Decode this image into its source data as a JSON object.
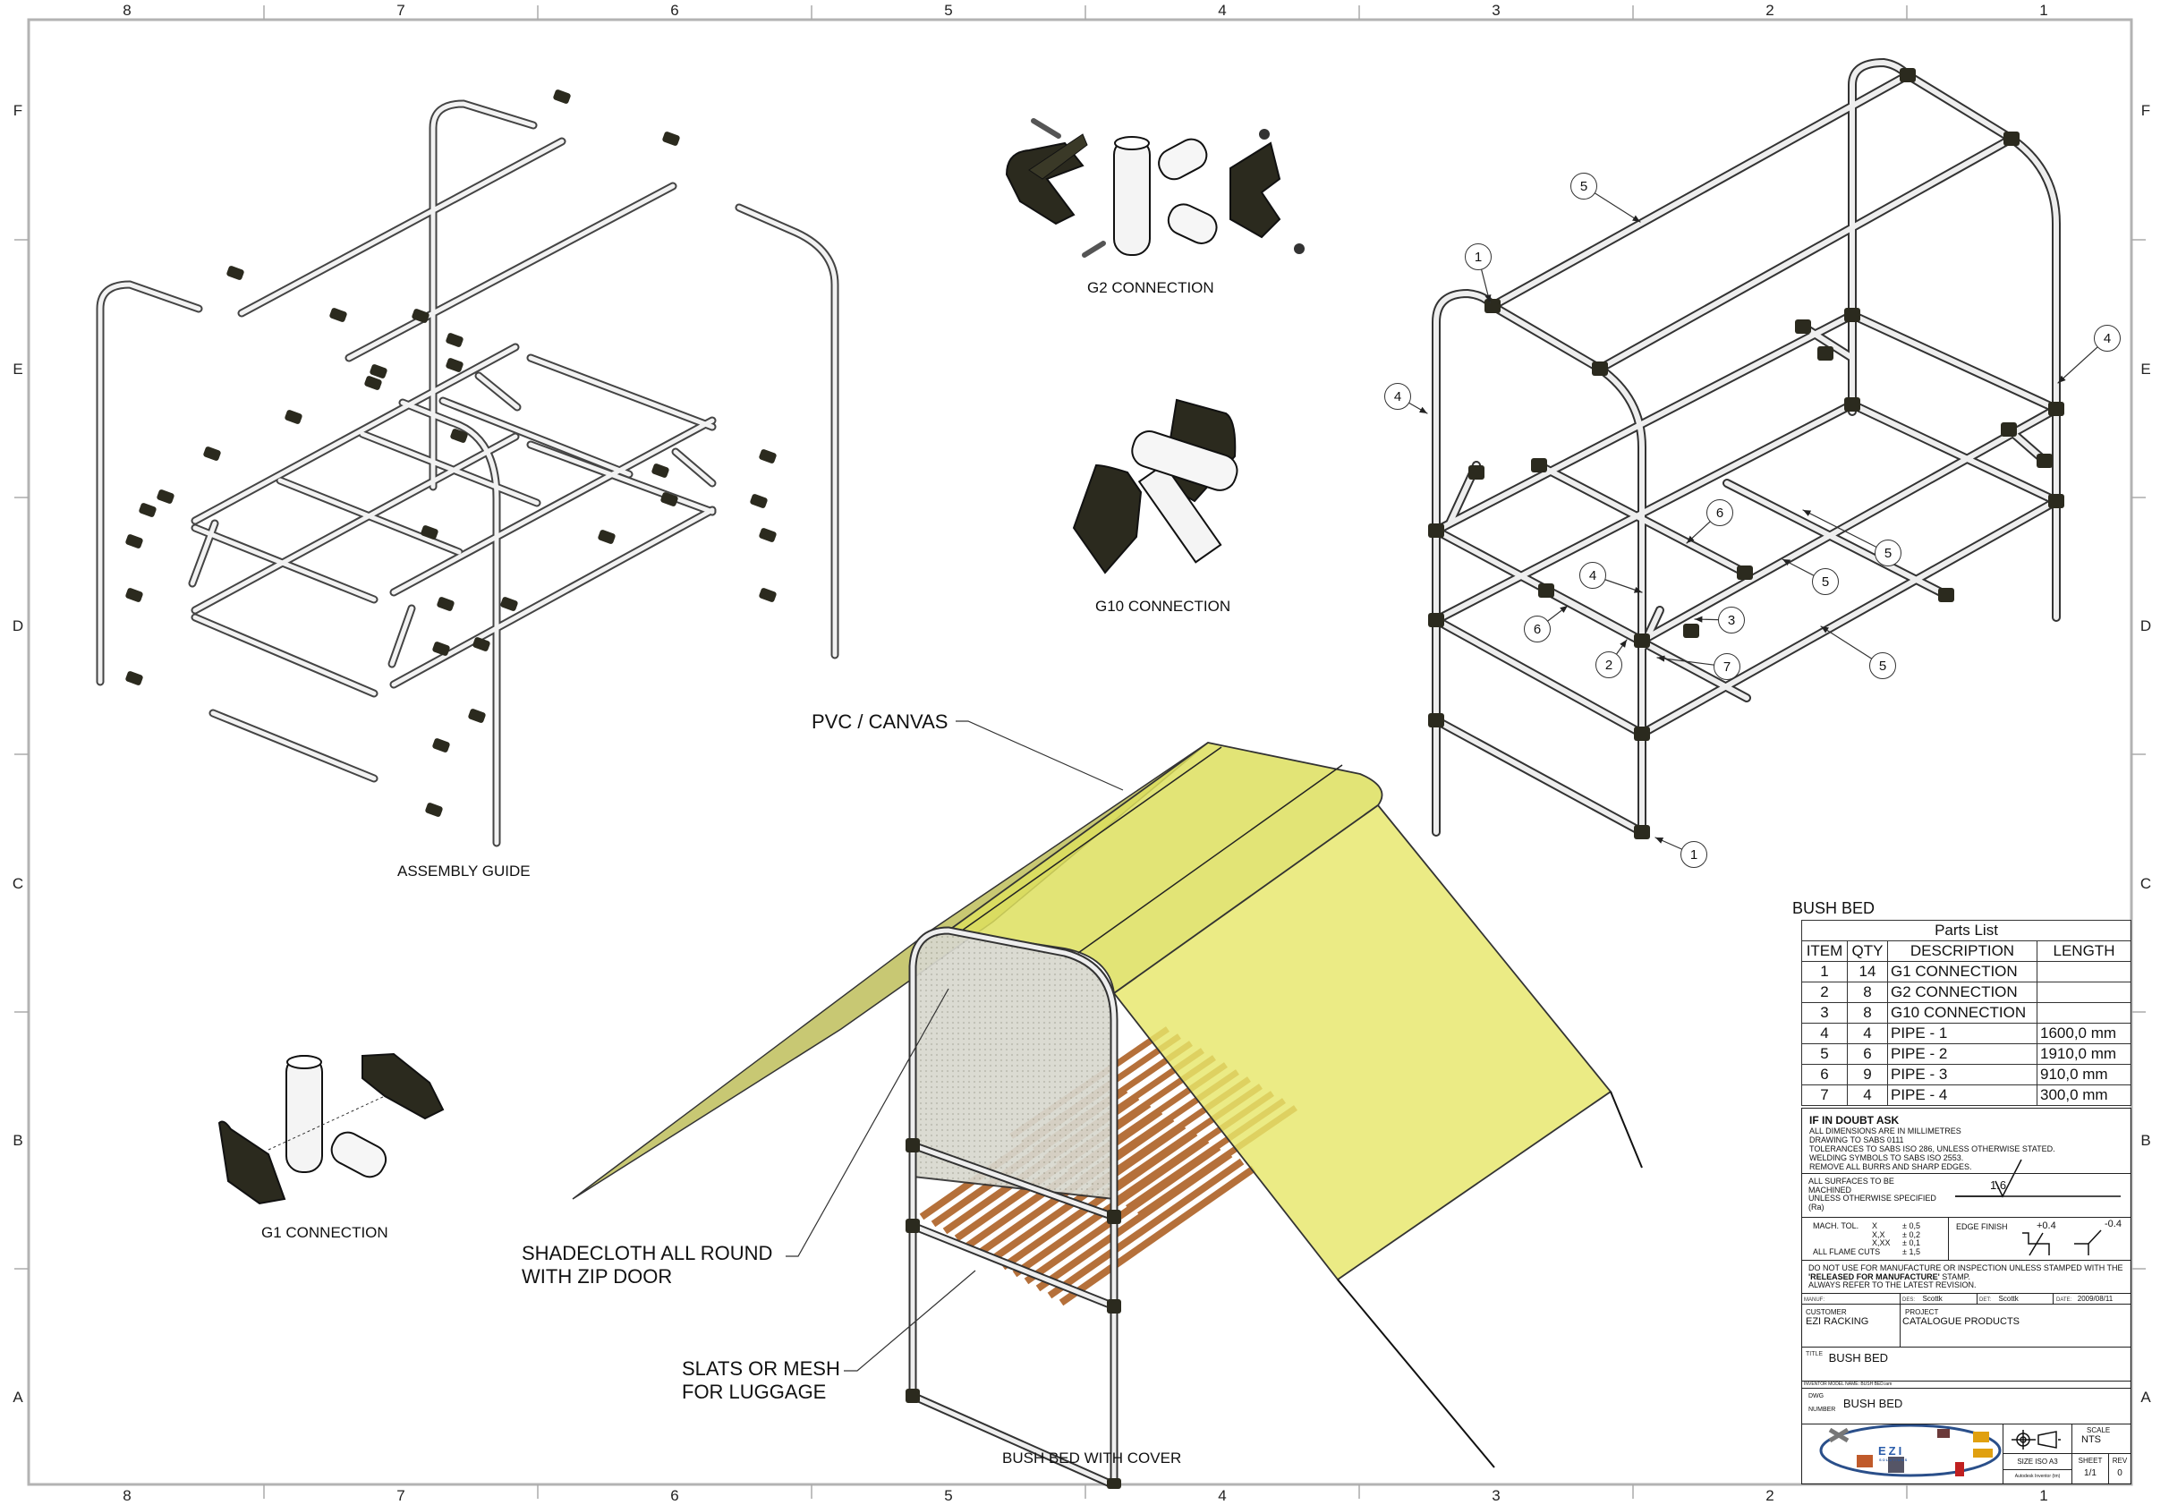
{
  "sheet": {
    "columns": [
      "8",
      "7",
      "6",
      "5",
      "4",
      "3",
      "2",
      "1"
    ],
    "rows": [
      "F",
      "E",
      "D",
      "C",
      "B",
      "A"
    ]
  },
  "views": {
    "assembly_guide": "ASSEMBLY GUIDE",
    "g2": "G2 CONNECTION",
    "g10": "G10 CONNECTION",
    "g1": "G1 CONNECTION",
    "bush_bed_with_cover": "BUSH BED WITH COVER"
  },
  "annotations": {
    "pvc_canvas": "PVC / CANVAS",
    "shadecloth_line1": "SHADECLOTH ALL ROUND",
    "shadecloth_line2": "WITH ZIP DOOR",
    "slats_line1": "SLATS OR MESH",
    "slats_line2": "FOR LUGGAGE"
  },
  "colors": {
    "canvas_yellow": "#e6e66a",
    "connector": "#2b2a1e",
    "slat_wood": "#b5703a",
    "border": "#b0b0b0"
  },
  "balloons": [
    {
      "n": "5"
    },
    {
      "n": "1"
    },
    {
      "n": "4"
    },
    {
      "n": "4"
    },
    {
      "n": "6"
    },
    {
      "n": "5"
    },
    {
      "n": "4"
    },
    {
      "n": "5"
    },
    {
      "n": "6"
    },
    {
      "n": "3"
    },
    {
      "n": "2"
    },
    {
      "n": "7"
    },
    {
      "n": "5"
    },
    {
      "n": "1"
    }
  ],
  "parts_list": {
    "assembly_name": "BUSH BED",
    "caption": "Parts List",
    "headers": [
      "ITEM",
      "QTY",
      "DESCRIPTION",
      "LENGTH"
    ],
    "rows": [
      {
        "item": "1",
        "qty": "14",
        "description": "G1 CONNECTION",
        "length": ""
      },
      {
        "item": "2",
        "qty": "8",
        "description": "G2 CONNECTION",
        "length": ""
      },
      {
        "item": "3",
        "qty": "8",
        "description": "G10 CONNECTION",
        "length": ""
      },
      {
        "item": "4",
        "qty": "4",
        "description": "PIPE - 1",
        "length": "1600,0 mm"
      },
      {
        "item": "5",
        "qty": "6",
        "description": "PIPE - 2",
        "length": "1910,0 mm"
      },
      {
        "item": "6",
        "qty": "9",
        "description": "PIPE - 3",
        "length": "910,0 mm"
      },
      {
        "item": "7",
        "qty": "4",
        "description": "PIPE - 4",
        "length": "300,0 mm"
      }
    ]
  },
  "title_block": {
    "notes_heading": "IF IN DOUBT ASK",
    "notes": [
      "ALL DIMENSIONS ARE IN MILLIMETRES",
      "DRAWING TO SABS 0111",
      "TOLERANCES TO SABS ISO 286, UNLESS OTHERWISE STATED.",
      "WELDING SYMBOLS TO SABS ISO 2553.",
      "REMOVE ALL BURRS AND SHARP EDGES."
    ],
    "surfaces": [
      "ALL SURFACES TO BE",
      "MACHINED",
      "UNLESS OTHERWISE SPECIFIED",
      "(Ra)"
    ],
    "roughness": "1.6",
    "mach_tol_label": "MACH. TOL.",
    "tolerances": [
      {
        "k": "X",
        "v": "± 0,5"
      },
      {
        "k": "X,X",
        "v": "± 0,2"
      },
      {
        "k": "X,XX",
        "v": "± 0,1"
      }
    ],
    "flame_cuts_label": "ALL FLAME CUTS",
    "flame_cuts_value": "± 1,5",
    "edge_finish_label": "EDGE FINISH",
    "edge_plus": "+0.4",
    "edge_minus": "-0.4",
    "release_line1": "DO NOT USE FOR MANUFACTURE OR INSPECTION UNLESS STAMPED WITH THE",
    "release_bold": "'RELEASED FOR MANUFACTURE'",
    "release_line2_rest": " STAMP.",
    "release_line3": "ALWAYS REFER TO THE LATEST REVISION.",
    "manuf_label": "MANUF:",
    "des_label": "DES:",
    "des_value": "Scottk",
    "det_label": "DET:",
    "det_value": "Scottk",
    "date_label": "DATE:",
    "date_value": "2009/08/11",
    "customer_label": "CUSTOMER",
    "customer_value": "EZI RACKING",
    "project_label": "PROJECT",
    "project_value": "CATALOGUE PRODUCTS",
    "title_label": "TITLE",
    "title_value": "BUSH BED",
    "model_name": "INVENTOR MODEL NAME: BUSH BED.iam",
    "dwg_label_1": "DWG",
    "dwg_label_2": "NUMBER",
    "dwg_value": "BUSH BED",
    "logo_text": "EZI",
    "logo_sub": "SOLUTIONS",
    "scale_label": "SCALE",
    "scale_value": "NTS",
    "size_value": "SIZE ISO A3",
    "software": "Autodesk Inventor (tm)",
    "sheet_label": "SHEET",
    "sheet_value": "1/1",
    "rev_label": "REV",
    "rev_value": "0"
  }
}
